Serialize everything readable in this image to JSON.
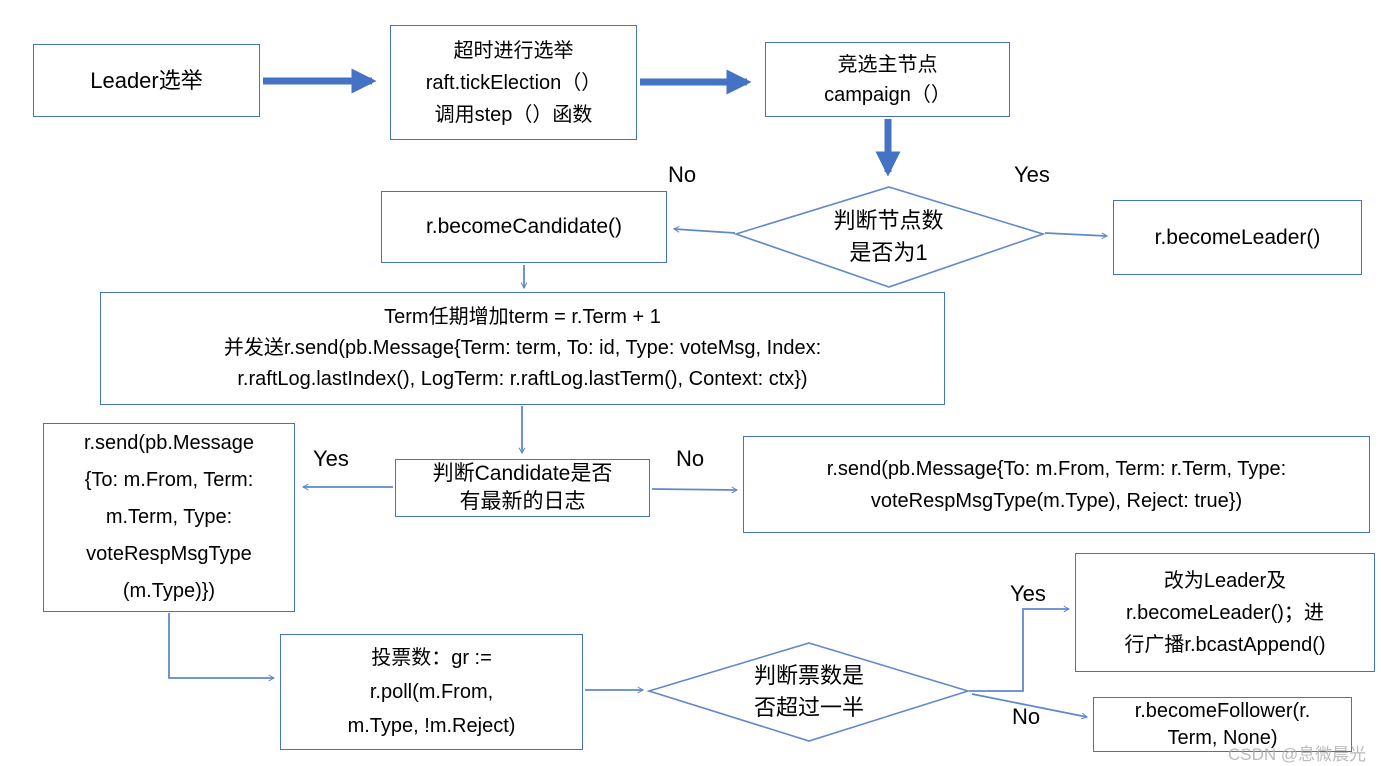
{
  "diagram": {
    "nodes": {
      "leader_election": {
        "label": "Leader选举"
      },
      "tick_election": {
        "label": "超时进行选举\nraft.tickElection（）\n调用step（）函数"
      },
      "campaign": {
        "label": "竞选主节点\ncampaign（）"
      },
      "check_node_count": {
        "label": "判断节点数\n是否为1"
      },
      "become_candidate": {
        "label": "r.becomeCandidate()"
      },
      "become_leader": {
        "label": "r.becomeLeader()"
      },
      "term_increase": {
        "label": "Term任期增加term = r.Term + 1\n并发送r.send(pb.Message{Term: term, To: id, Type: voteMsg, Index:\nr.raftLog.lastIndex(), LogTerm: r.raftLog.lastTerm(), Context: ctx})"
      },
      "check_candidate_log": {
        "label": "判断Candidate是否\n有最新的日志"
      },
      "send_vote_resp": {
        "label": "r.send(pb.Message\n{To: m.From, Term:\nm.Term, Type:\nvoteRespMsgType\n(m.Type)})"
      },
      "send_vote_reject": {
        "label": "r.send(pb.Message{To: m.From, Term: r.Term, Type:\nvoteRespMsgType(m.Type), Reject: true})"
      },
      "poll_votes": {
        "label": "投票数：gr :=\nr.poll(m.From,\nm.Type, !m.Reject)"
      },
      "check_majority": {
        "label": "判断票数是\n否超过一半"
      },
      "become_leader_broadcast": {
        "label": "改为Leader及\nr.becomeLeader()；进\n行广播r.bcastAppend()"
      },
      "become_follower": {
        "label": "r.becomeFollower(r.\nTerm, None)"
      }
    },
    "edge_labels": {
      "node_count_no": "No",
      "node_count_yes": "Yes",
      "candidate_log_yes": "Yes",
      "candidate_log_no": "No",
      "majority_yes": "Yes",
      "majority_no": "No"
    },
    "watermark": "CSDN @息微晨光",
    "colors": {
      "box_border": "#4472C4",
      "thick_arrow": "#4472C4",
      "thin_connector": "#6188CE",
      "text": "#000000",
      "watermark_gray": "#AFAFB2"
    }
  }
}
